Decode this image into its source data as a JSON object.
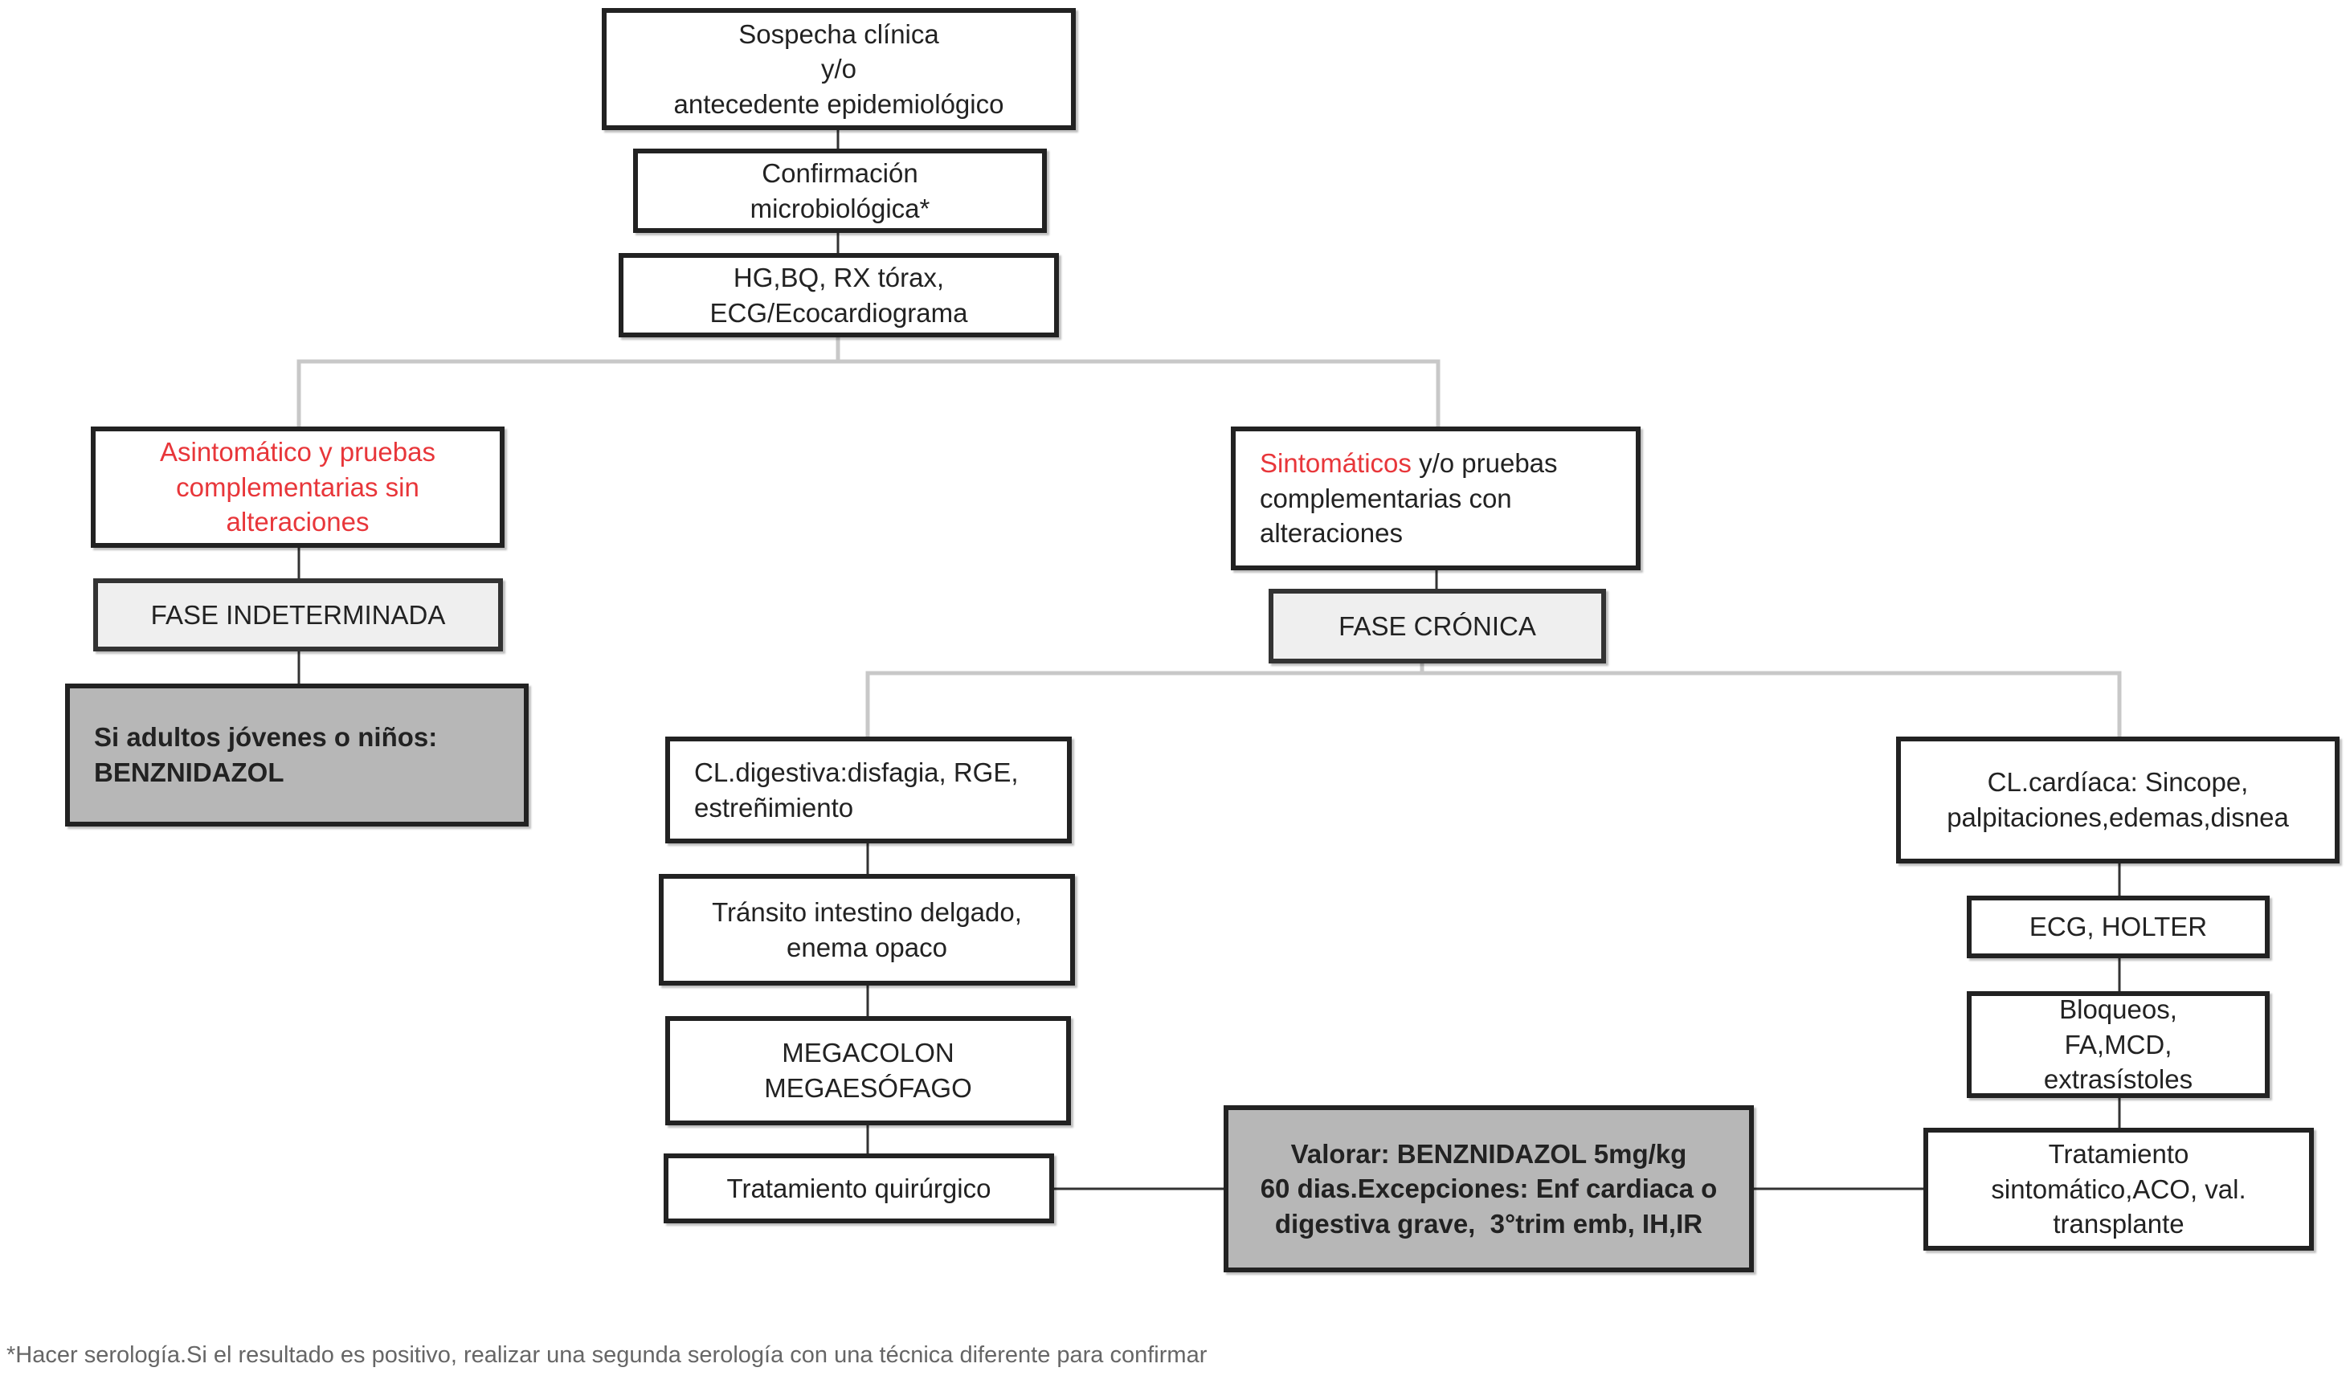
{
  "nodes": {
    "sospecha": [
      "Sospecha clínica",
      "y/o",
      "antecedente epidemiológico"
    ],
    "confirmacion": [
      "Confirmación",
      "microbiológica*"
    ],
    "pruebas": [
      "HG,BQ, RX tórax,",
      "ECG/Ecocardiograma"
    ],
    "asintomatico": [
      "Asintomático y pruebas",
      "complementarias sin",
      "alteraciones"
    ],
    "sintomaticos": {
      "highlight": "Sintomáticos",
      "rest_line1": " y/o pruebas",
      "line2": "complementarias con",
      "line3": "alteraciones"
    },
    "fase_indeterminada": "FASE INDETERMINADA",
    "fase_cronica": "FASE CRÓNICA",
    "benznidazol_ninos": [
      "Si adultos jóvenes o niños:",
      "BENZNIDAZOL"
    ],
    "cl_digestiva": [
      "CL.digestiva:disfagia, RGE,",
      "estreñimiento"
    ],
    "transito": [
      "Tránsito intestino delgado,",
      "enema opaco"
    ],
    "megacolon": [
      "MEGACOLON",
      "MEGAESÓFAGO"
    ],
    "quirurgico": "Tratamiento quirúrgico",
    "valorar": [
      "Valorar: BENZNIDAZOL 5mg/kg",
      "60 dias.Excepciones: Enf cardiaca o",
      "digestiva grave,  3°trim emb, IH,IR"
    ],
    "cl_cardiaca": [
      "CL.cardíaca: Sincope,",
      "palpitaciones,edemas,disnea"
    ],
    "ecg_holter": "ECG, HOLTER",
    "bloqueos": [
      "Bloqueos,",
      "FA,MCD,",
      "extrasístoles"
    ],
    "sintomatico_tto": [
      "Tratamiento",
      "sintomático,ACO, val.",
      "transplante"
    ]
  },
  "footnote": "*Hacer serología.Si el resultado es positivo, realizar una segunda serología con una técnica diferente para confirmar",
  "colors": {
    "highlight_red": "#e8363a",
    "branch_connector": "#c8c8c8",
    "connector": "#333333",
    "phase_fill": "#efefef",
    "treatment_fill": "#b7b7b7"
  }
}
